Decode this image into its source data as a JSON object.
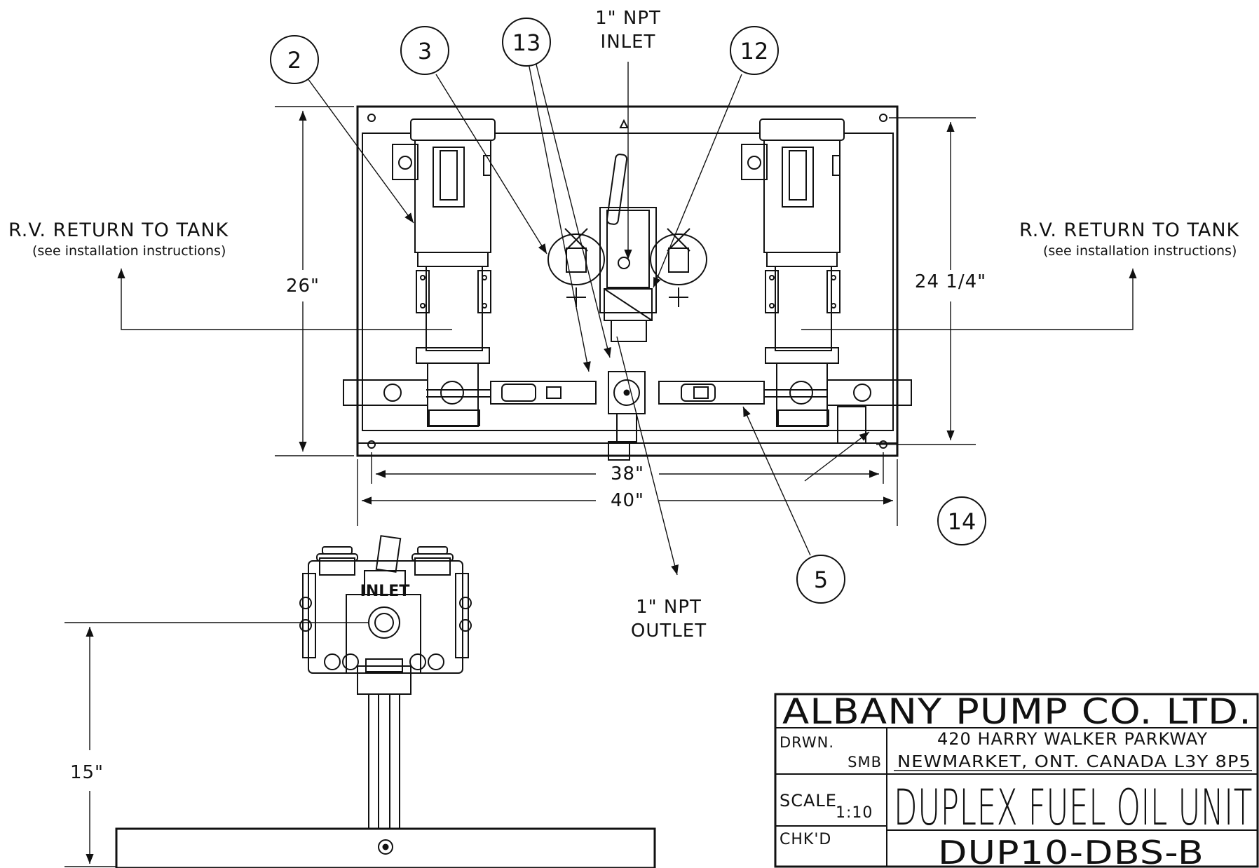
{
  "callouts": {
    "c2": "2",
    "c3": "3",
    "c13": "13",
    "c12": "12",
    "c14": "14",
    "c5": "5"
  },
  "labels": {
    "inlet_line1": "1\" NPT",
    "inlet_line2": "INLET",
    "outlet_line1": "1\" NPT",
    "outlet_line2": "OUTLET",
    "rv_left": "R.V. RETURN TO TANK",
    "rv_left_sub": "(see installation instructions)",
    "rv_right": "R.V. RETURN TO TANK",
    "rv_right_sub": "(see installation instructions)",
    "side_inlet": "INLET"
  },
  "dimensions": {
    "height_left": "26\"",
    "height_right": "24 1/4\"",
    "width_inner": "38\"",
    "width_outer": "40\"",
    "side_height": "15\""
  },
  "title_block": {
    "company": "ALBANY PUMP CO. LTD.",
    "drawn_label": "DRWN.",
    "drawn_value": "SMB",
    "address_line1": "420 HARRY WALKER PARKWAY",
    "address_line2": "NEWMARKET, ONT. CANADA L3Y 8P5",
    "scale_label": "SCALE",
    "scale_value": "1:10",
    "product": "DUPLEX FUEL OIL UNIT",
    "checked_label": "CHK'D",
    "part_number": "DUP10-DBS-B"
  }
}
